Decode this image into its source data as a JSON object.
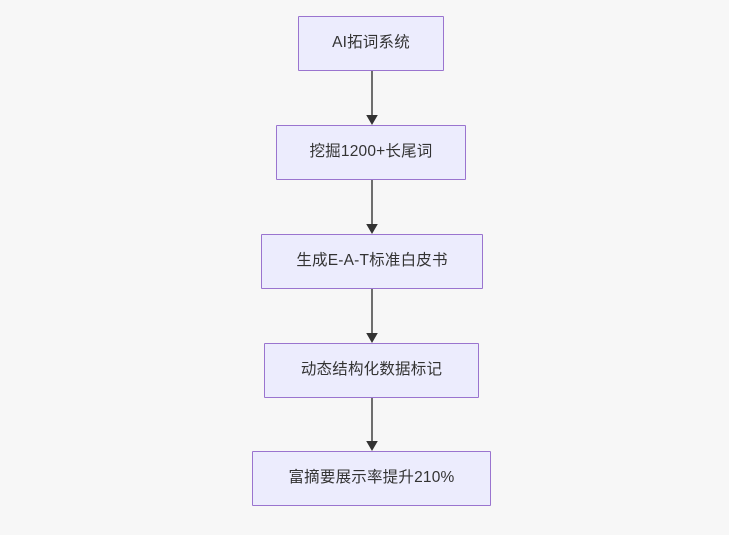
{
  "diagram": {
    "type": "flowchart",
    "direction": "top-to-bottom",
    "background_color": "#f7f7f7",
    "node_fill_color": "#ececfd",
    "node_border_color": "#9a74cf",
    "node_text_color": "#333333",
    "edge_color": "#6e6e6e",
    "nodes": [
      {
        "id": "n1",
        "label": "AI拓词系统"
      },
      {
        "id": "n2",
        "label": "挖掘1200+长尾词"
      },
      {
        "id": "n3",
        "label": "生成E-A-T标准白皮书"
      },
      {
        "id": "n4",
        "label": "动态结构化数据标记"
      },
      {
        "id": "n5",
        "label": "富摘要展示率提升210%"
      }
    ],
    "edges": [
      {
        "id": "e1",
        "from": "n1",
        "to": "n2",
        "label": ""
      },
      {
        "id": "e2",
        "from": "n2",
        "to": "n3",
        "label": ""
      },
      {
        "id": "e3",
        "from": "n3",
        "to": "n4",
        "label": ""
      },
      {
        "id": "e4",
        "from": "n4",
        "to": "n5",
        "label": ""
      }
    ]
  }
}
